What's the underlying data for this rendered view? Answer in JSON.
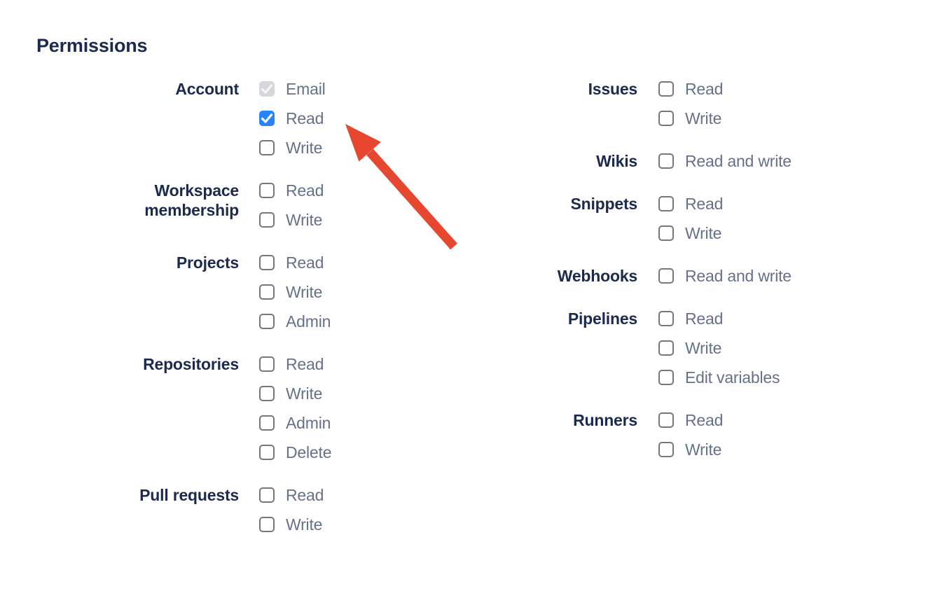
{
  "page": {
    "heading": "Permissions"
  },
  "colors": {
    "heading_text": "#1B2A4E",
    "group_label_text": "#1B2A4E",
    "item_label_text": "#66708A",
    "checkbox_checked_fill": "#2684FF",
    "checkbox_disabled_fill": "#D5D7DB",
    "checkbox_border": "#777777",
    "arrow": "#E7472E"
  },
  "columns": [
    {
      "name": "left",
      "groups": [
        {
          "label": "Account",
          "items": [
            {
              "label": "Email",
              "checked": true,
              "disabled": true
            },
            {
              "label": "Read",
              "checked": true,
              "disabled": false
            },
            {
              "label": "Write",
              "checked": false,
              "disabled": false
            }
          ]
        },
        {
          "label": "Workspace membership",
          "items": [
            {
              "label": "Read",
              "checked": false,
              "disabled": false
            },
            {
              "label": "Write",
              "checked": false,
              "disabled": false
            }
          ]
        },
        {
          "label": "Projects",
          "items": [
            {
              "label": "Read",
              "checked": false,
              "disabled": false
            },
            {
              "label": "Write",
              "checked": false,
              "disabled": false
            },
            {
              "label": "Admin",
              "checked": false,
              "disabled": false
            }
          ]
        },
        {
          "label": "Repositories",
          "items": [
            {
              "label": "Read",
              "checked": false,
              "disabled": false
            },
            {
              "label": "Write",
              "checked": false,
              "disabled": false
            },
            {
              "label": "Admin",
              "checked": false,
              "disabled": false
            },
            {
              "label": "Delete",
              "checked": false,
              "disabled": false
            }
          ]
        },
        {
          "label": "Pull requests",
          "items": [
            {
              "label": "Read",
              "checked": false,
              "disabled": false
            },
            {
              "label": "Write",
              "checked": false,
              "disabled": false
            }
          ]
        }
      ]
    },
    {
      "name": "right",
      "groups": [
        {
          "label": "Issues",
          "items": [
            {
              "label": "Read",
              "checked": false,
              "disabled": false
            },
            {
              "label": "Write",
              "checked": false,
              "disabled": false
            }
          ]
        },
        {
          "label": "Wikis",
          "items": [
            {
              "label": "Read and write",
              "checked": false,
              "disabled": false
            }
          ]
        },
        {
          "label": "Snippets",
          "items": [
            {
              "label": "Read",
              "checked": false,
              "disabled": false
            },
            {
              "label": "Write",
              "checked": false,
              "disabled": false
            }
          ]
        },
        {
          "label": "Webhooks",
          "items": [
            {
              "label": "Read and write",
              "checked": false,
              "disabled": false
            }
          ]
        },
        {
          "label": "Pipelines",
          "items": [
            {
              "label": "Read",
              "checked": false,
              "disabled": false
            },
            {
              "label": "Write",
              "checked": false,
              "disabled": false
            },
            {
              "label": "Edit variables",
              "checked": false,
              "disabled": false
            }
          ]
        },
        {
          "label": "Runners",
          "items": [
            {
              "label": "Read",
              "checked": false,
              "disabled": false
            },
            {
              "label": "Write",
              "checked": false,
              "disabled": false
            }
          ]
        }
      ]
    }
  ],
  "annotation": {
    "type": "arrow",
    "color": "#E7472E",
    "target": "Account Read checkbox"
  }
}
